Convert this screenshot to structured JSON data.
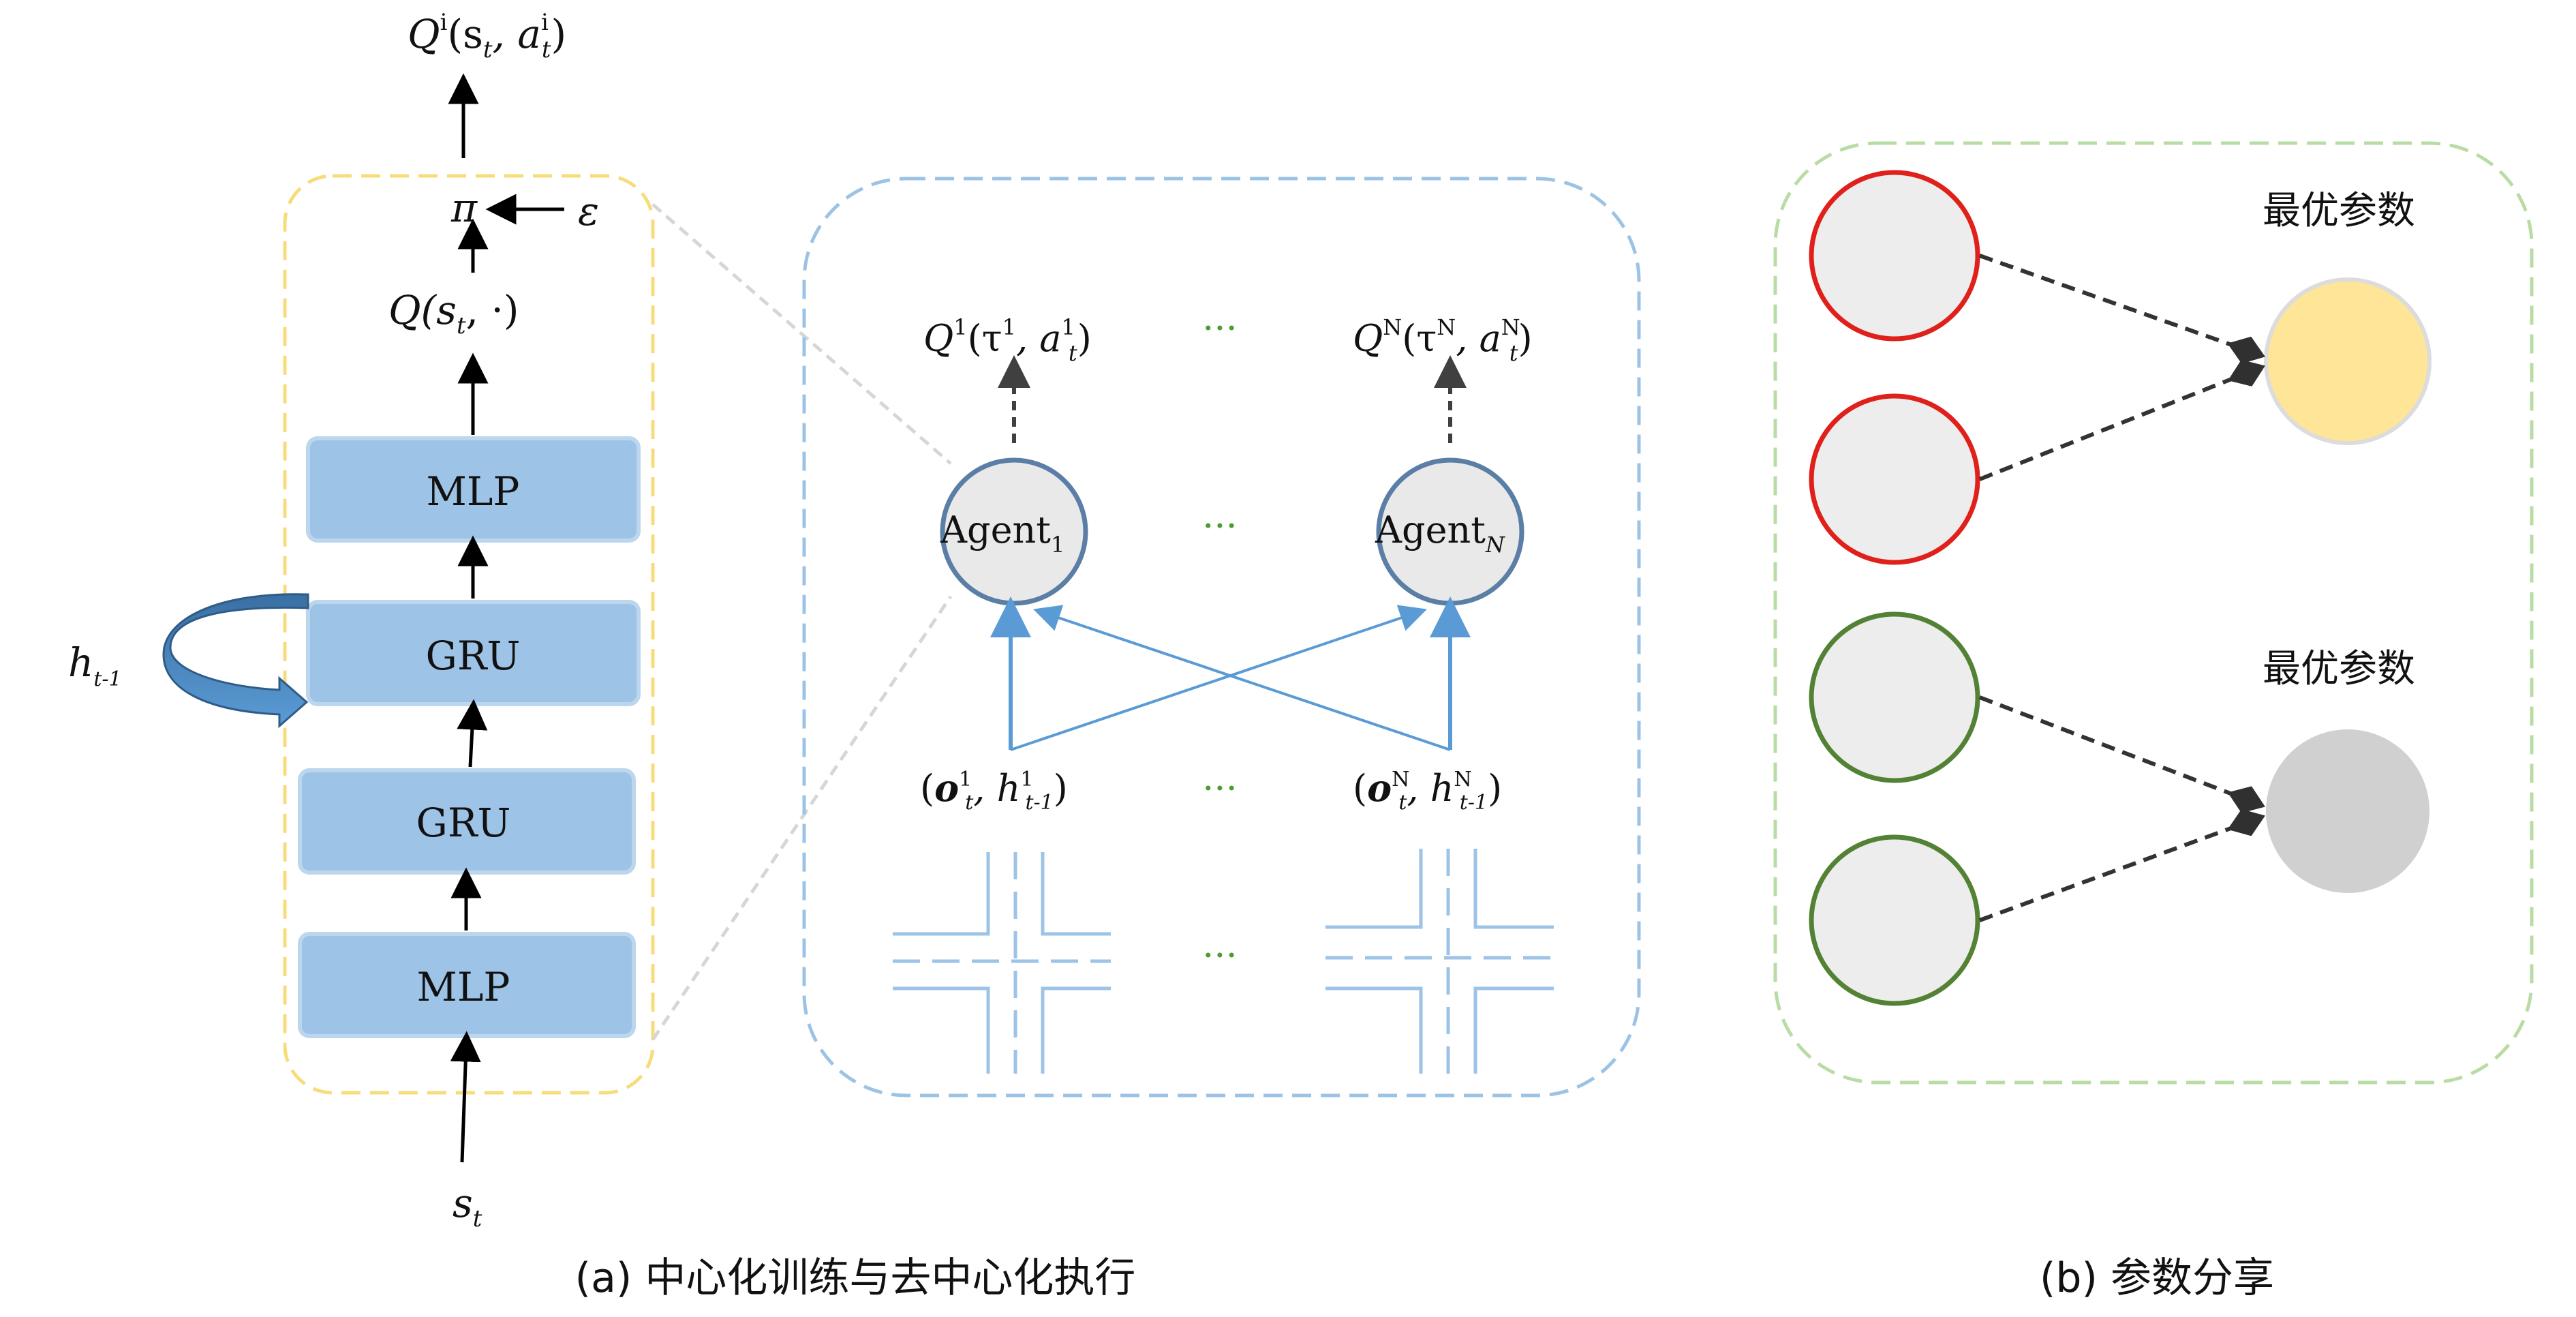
{
  "panel_a": {
    "network": {
      "output_label_q": "Q",
      "output_label_q_sup": "i",
      "output_label_args": "(s",
      "output_label_t": "t",
      "output_label_a": ", a",
      "output_label_a_sup": "i",
      "output_label_a_sub": "t",
      "output_label_close": ")",
      "pi_label": "π",
      "epsilon_label": "ε",
      "q_state_label": "Q(s",
      "q_state_sub": "t",
      "q_state_rest": ", ·)",
      "layers": [
        "MLP",
        "GRU",
        "GRU",
        "MLP"
      ],
      "hidden_label": "h",
      "hidden_sub": "t-1",
      "input_label": "s",
      "input_sub": "t"
    },
    "agents": {
      "agent1_label": "Agent",
      "agent1_sub": "1",
      "agentN_label": "Agent",
      "agentN_sub": "N",
      "q1_label": "Q",
      "q1_sup": "1",
      "q1_args": "(τ",
      "q1_tau_sup": "1",
      "q1_a": ", a",
      "q1_a_sup": "1",
      "q1_a_sub": "t",
      "q1_close": ")",
      "qN_label": "Q",
      "qN_sup": "N",
      "qN_args": "(τ",
      "qN_tau_sup": "N",
      "qN_a": ", a",
      "qN_a_sup": "N",
      "qN_a_sub": "t",
      "qN_close": ")",
      "obs1_open": "(",
      "obs1_o": "o",
      "obs1_o_sup": "1",
      "obs1_o_sub": "t",
      "obs1_h": ", h",
      "obs1_h_sup": "1",
      "obs1_h_sub": "t-1",
      "obs1_close": ")",
      "obsN_open": "(",
      "obsN_o": "o",
      "obsN_o_sup": "N",
      "obsN_o_sub": "t",
      "obsN_h": ", h",
      "obsN_h_sup": "N",
      "obsN_h_sub": "t-1",
      "obsN_close": ")",
      "ellipsis": "···"
    },
    "caption": "(a) 中心化训练与去中心化执行"
  },
  "panel_b": {
    "optimal_label_top": "最优参数",
    "optimal_label_bottom": "最优参数",
    "caption": "(b) 参数分享"
  },
  "colors": {
    "yellow_border": "#f7dc7a",
    "blue_border": "#9cc3e5",
    "green_border": "#b9dca5",
    "layer_fill": "#9dc3e6",
    "layer_stroke": "#bcd6ee",
    "agent_fill": "#e9e9e9",
    "agent_stroke": "#5b7ea6",
    "arrow_blue": "#5b9bd5",
    "red": "#e0201b",
    "green": "#548235",
    "gold": "#ffe597",
    "gray": "#d0d0d0"
  }
}
